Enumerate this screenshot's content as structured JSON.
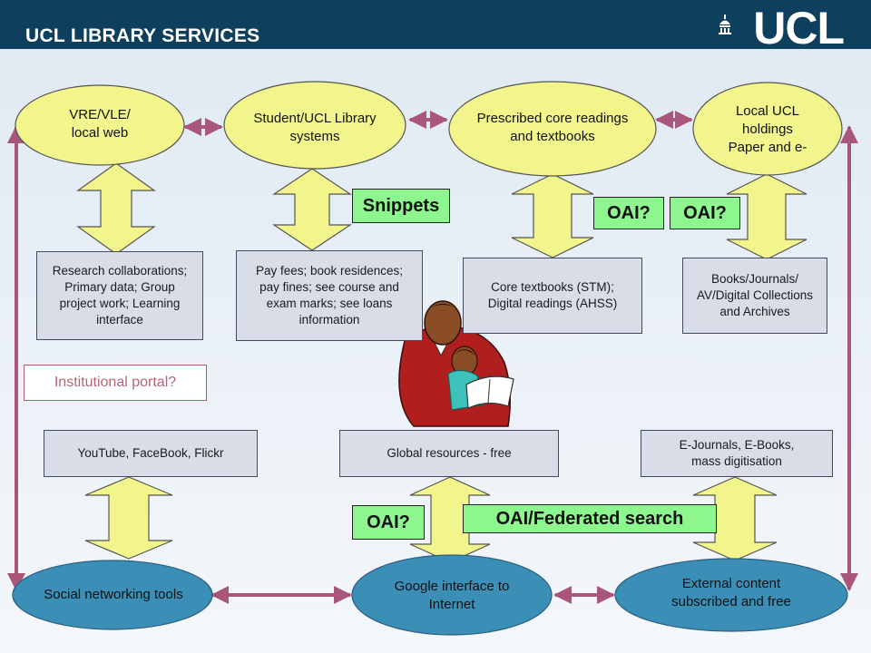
{
  "header": {
    "title": "UCL LIBRARY SERVICES",
    "logo": "UCL"
  },
  "colors": {
    "header_bg": "#0e3f5c",
    "yellow_node": "#f2f58c",
    "blue_node": "#3b8fb6",
    "gray_box": "#d9dde8",
    "tag_green": "#8ef68e",
    "link_arrow": "#a8577a"
  },
  "top_nodes": {
    "vre": {
      "line1": "VRE/VLE/",
      "line2": "local web"
    },
    "student_systems": {
      "line1": "Student/UCL Library",
      "line2": "systems"
    },
    "core_readings": {
      "line1": "Prescribed core readings",
      "line2": "and textbooks"
    },
    "local_holdings": {
      "line1": "Local UCL",
      "line2": "holdings",
      "line3": "Paper and e-"
    }
  },
  "top_boxes": {
    "research": {
      "line1": "Research collaborations;",
      "line2": "Primary data; Group",
      "line3": "project work; Learning",
      "line4": "interface"
    },
    "fees": {
      "line1": "Pay fees; book residences;",
      "line2": "pay fines; see course and",
      "line3": "exam marks; see loans",
      "line4": "information"
    },
    "core_textbooks": {
      "line1": "Core textbooks (STM);",
      "line2": "Digital readings (AHSS)"
    },
    "books": {
      "line1": "Books/Journals/",
      "line2": "AV/Digital Collections",
      "line3": "and Archives"
    }
  },
  "tags": {
    "snippets": "Snippets",
    "oai_core": "OAI?",
    "oai_local": "OAI?",
    "oai_google": "OAI?",
    "federated": "OAI/Federated search"
  },
  "portal": "Institutional portal?",
  "bottom_boxes": {
    "social_sites": "YouTube, FaceBook, Flickr",
    "global": "Global resources - free",
    "ejournals": {
      "line1": "E-Journals, E-Books,",
      "line2": "mass digitisation"
    }
  },
  "bottom_nodes": {
    "social": "Social networking tools",
    "google": {
      "line1": "Google interface to",
      "line2": "Internet"
    },
    "external": {
      "line1": "External content",
      "line2": "subscribed and free"
    }
  }
}
